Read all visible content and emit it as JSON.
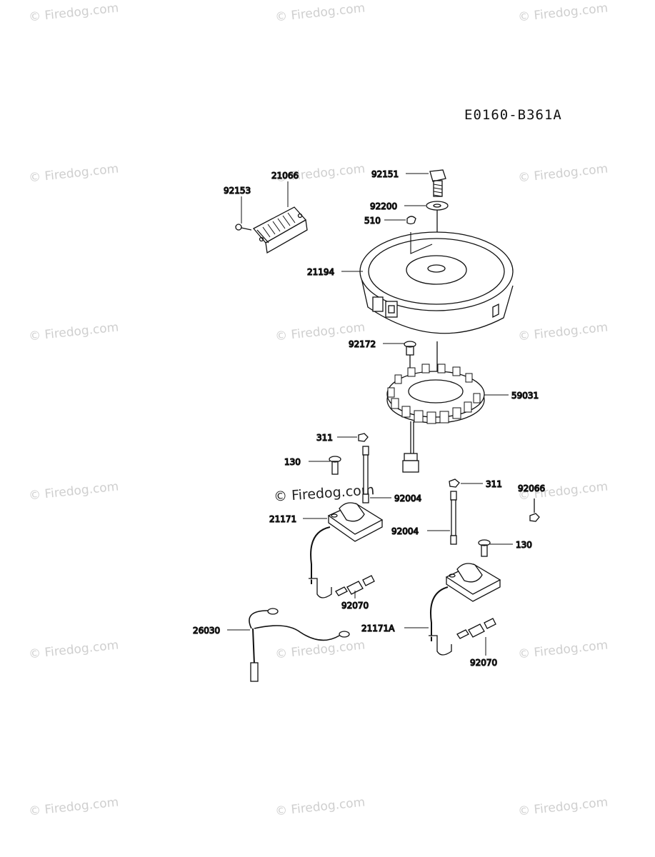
{
  "diagram": {
    "code": "E0160-B361A",
    "watermark": "© Firedog.com",
    "watermark_center": "© Firedog.com"
  },
  "parts": {
    "p92151": "92151",
    "p92200": "92200",
    "p510": "510",
    "p21066": "21066",
    "p92153": "92153",
    "p21194": "21194",
    "p92172": "92172",
    "p59031": "59031",
    "p311a": "311",
    "p130a": "130",
    "p92004a": "92004",
    "p21171": "21171",
    "p92070a": "92070",
    "p311b": "311",
    "p92066": "92066",
    "p92004b": "92004",
    "p130b": "130",
    "p26030": "26030",
    "p21171a": "21171A",
    "p92070b": "92070"
  }
}
